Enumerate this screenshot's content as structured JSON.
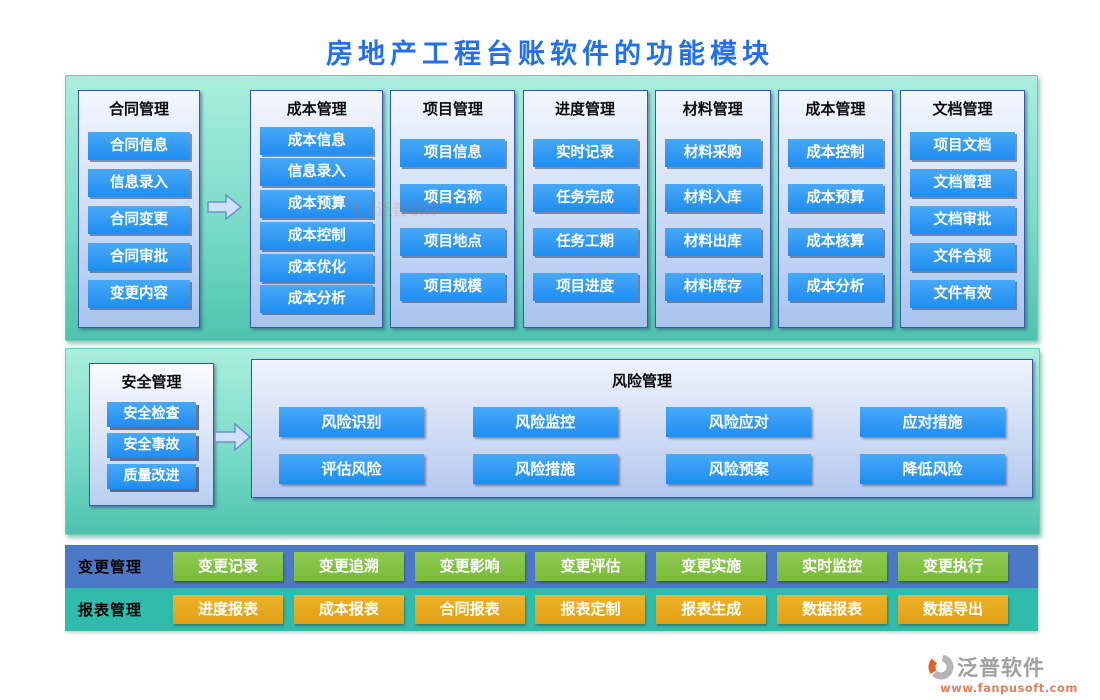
{
  "title": "房地产工程台账软件的功能模块",
  "module_columns": [
    {
      "header": "合同管理",
      "items": [
        "合同信息",
        "信息录入",
        "合同变更",
        "合同审批",
        "变更内容"
      ]
    },
    {
      "header": "成本管理",
      "items": [
        "成本信息",
        "信息录入",
        "成本预算",
        "成本控制",
        "成本优化",
        "成本分析"
      ]
    },
    {
      "header": "项目管理",
      "items": [
        "项目信息",
        "项目名称",
        "项目地点",
        "项目规模"
      ]
    },
    {
      "header": "进度管理",
      "items": [
        "实时记录",
        "任务完成",
        "任务工期",
        "项目进度"
      ]
    },
    {
      "header": "材料管理",
      "items": [
        "材料采购",
        "材料入库",
        "材料出库",
        "材料库存"
      ]
    },
    {
      "header": "成本管理",
      "items": [
        "成本控制",
        "成本预算",
        "成本核算",
        "成本分析"
      ]
    },
    {
      "header": "文档管理",
      "items": [
        "项目文档",
        "文档管理",
        "文档审批",
        "文件合规",
        "文件有效"
      ]
    }
  ],
  "safety_panel": {
    "header": "安全管理",
    "items": [
      "安全检查",
      "安全事故",
      "质量改进"
    ]
  },
  "risk_panel": {
    "header": "风险管理",
    "rows": [
      [
        "风险识别",
        "风险监控",
        "风险应对",
        "应对措施"
      ],
      [
        "评估风险",
        "风险措施",
        "风险预案",
        "降低风险"
      ]
    ]
  },
  "change_bar": {
    "label": "变更管理",
    "items": [
      "变更记录",
      "变更追溯",
      "变更影响",
      "变更评估",
      "变更实施",
      "实时监控",
      "变更执行"
    ]
  },
  "report_bar": {
    "label": "报表管理",
    "items": [
      "进度报表",
      "成本报表",
      "合同报表",
      "报表定制",
      "报表生成",
      "数据报表",
      "数据导出"
    ]
  },
  "footer": {
    "brand": "泛普软件",
    "website": "www.fanpusoft.com"
  },
  "icons": {
    "flow_arrow": "right-block-arrow",
    "brand_logo": "fanpu-circle-swoosh"
  },
  "colors": {
    "title_text": "#2170f0",
    "band_teal_top": "#abeede",
    "band_teal_bottom": "#4fc3ae",
    "panel_blue_light": "#f3f7fe",
    "panel_blue_dark": "#a7c4ee",
    "module_button_blue": "#2e9af3",
    "change_bar_blue": "#4c79c7",
    "change_button_green": "#84c447",
    "report_bar_teal": "#2fbcab",
    "report_button_orange": "#e7a722",
    "brand_gray": "#a0a0a0",
    "website_salmon": "#e0805f"
  }
}
